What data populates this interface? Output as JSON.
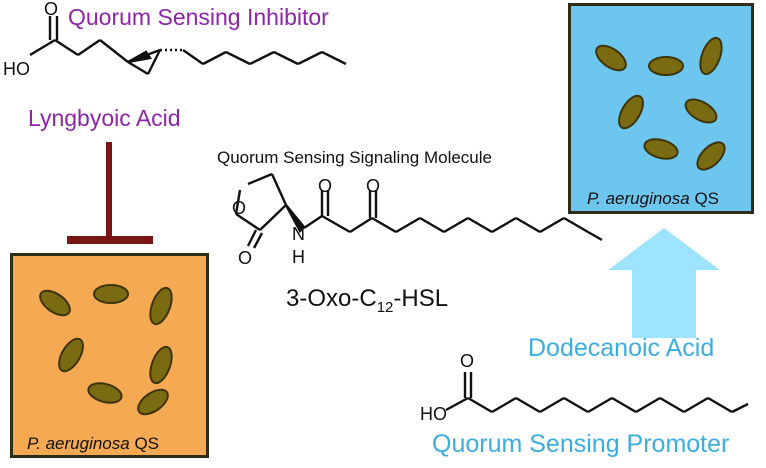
{
  "inhibitor": {
    "title": "Quorum Sensing Inhibitor",
    "name": "Lyngbyoic Acid",
    "acid_label": "HO",
    "carbonyl_label": "O"
  },
  "signal": {
    "title": "Quorum Sensing Signaling Molecule",
    "ring_o_label": "O",
    "lactone_o_label": "O",
    "amide_o_label": "O",
    "keto_o_label": "O",
    "nh_label": "N",
    "h_label": "H",
    "name_prefix": "3-Oxo-C",
    "name_sub": "12",
    "name_suffix": "-HSL"
  },
  "promoter": {
    "title": "Quorum Sensing Promoter",
    "name": "Dodecanoic Acid",
    "acid_label": "HO",
    "carbonyl_label": "O"
  },
  "boxes": {
    "inhibited": {
      "species": "P. aeruginosa",
      "suffix": " QS",
      "color": "#f5a953"
    },
    "promoted": {
      "species": "P. aeruginosa",
      "suffix": " QS",
      "color": "#6dc6ee"
    }
  },
  "colors": {
    "inhibitor_text": "#8e24aa",
    "promoter_text": "#3aaee0",
    "inhibit_bar": "#7a1515",
    "arrow": "#9fe4ff",
    "bacteria": "#7a6a12"
  }
}
